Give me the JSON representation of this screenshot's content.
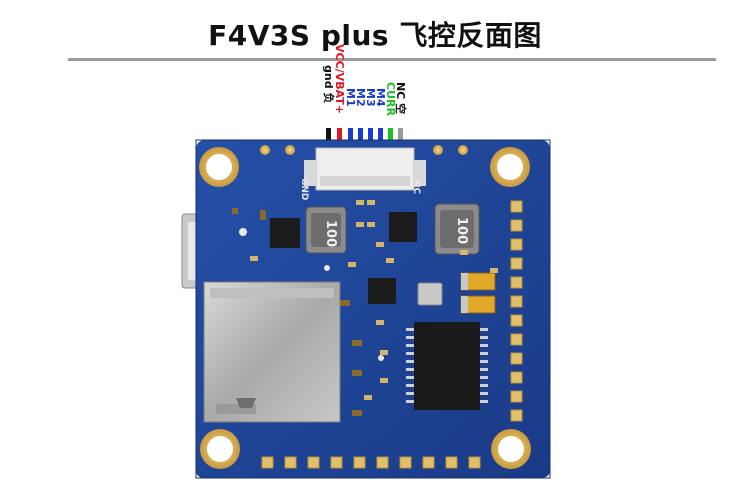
{
  "title": "F4V3S plus 飞控反面图",
  "pin_labels": [
    {
      "text": "gnd 负",
      "color": "#111111"
    },
    {
      "text": "VCC/VBAT+",
      "color": "#e0192a"
    },
    {
      "text": "M1",
      "color": "#1a3bd6"
    },
    {
      "text": "M2",
      "color": "#1a3bd6"
    },
    {
      "text": "M3",
      "color": "#1a3bd6"
    },
    {
      "text": "M4",
      "color": "#1a3bd6"
    },
    {
      "text": "CURR",
      "color": "#18c321"
    },
    {
      "text": "NC 空",
      "color": "#111111"
    }
  ],
  "board_silk": {
    "gnd_label": "GND",
    "nc_label": "NC",
    "inductor_left": "100",
    "inductor_right": "100"
  },
  "colors": {
    "pcb": "#1f3f8f",
    "pcb_dark": "#16306e",
    "gold": "#e2bf6a",
    "rule": "#9a9a9a"
  }
}
